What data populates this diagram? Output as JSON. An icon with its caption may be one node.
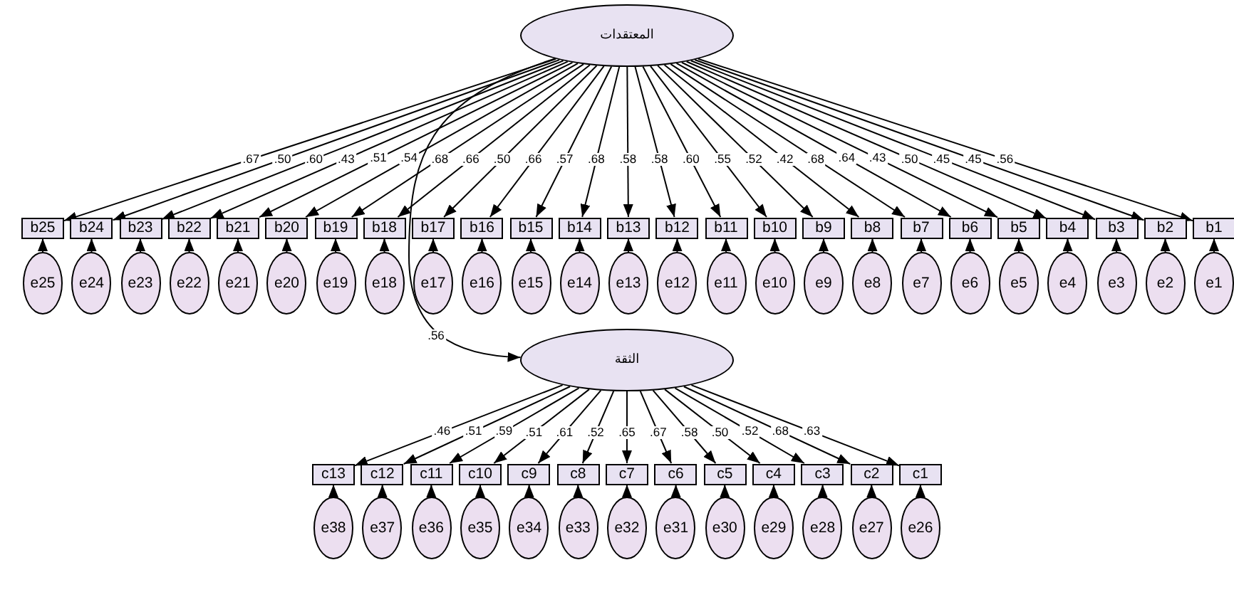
{
  "diagram": {
    "nodes": [
      {
        "text": [
          "المعتقدات"
        ]
      },
      {
        "text": [
          "b25"
        ]
      },
      {
        "text": [
          "b24"
        ]
      },
      {
        "text": [
          "b23"
        ]
      },
      {
        "text": [
          "b22"
        ]
      },
      {
        "text": [
          "b21"
        ]
      },
      {
        "text": [
          "b20"
        ]
      },
      {
        "text": [
          "b19"
        ]
      },
      {
        "text": [
          "b18"
        ]
      },
      {
        "text": [
          "b17"
        ]
      },
      {
        "text": [
          "b16"
        ]
      },
      {
        "text": [
          "b15"
        ]
      },
      {
        "text": [
          "b14"
        ]
      },
      {
        "text": [
          "b13"
        ]
      },
      {
        "text": [
          "b12"
        ]
      },
      {
        "text": [
          "b11"
        ]
      },
      {
        "text": [
          "b10"
        ]
      },
      {
        "text": [
          "b9"
        ]
      },
      {
        "text": [
          "b8"
        ]
      },
      {
        "text": [
          "b7"
        ]
      },
      {
        "text": [
          "b6"
        ]
      },
      {
        "text": [
          "b5"
        ]
      },
      {
        "text": [
          "b4"
        ]
      },
      {
        "text": [
          "b3"
        ]
      },
      {
        "text": [
          "b2"
        ]
      },
      {
        "text": [
          "b1"
        ]
      },
      {
        "text": [
          "e25"
        ]
      },
      {
        "text": [
          "e24"
        ]
      },
      {
        "text": [
          "e23"
        ]
      },
      {
        "text": [
          "e22"
        ]
      },
      {
        "text": [
          "e21"
        ]
      },
      {
        "text": [
          "e20"
        ]
      },
      {
        "text": [
          "e19"
        ]
      },
      {
        "text": [
          "e18"
        ]
      },
      {
        "text": [
          "e17"
        ]
      },
      {
        "text": [
          "e16"
        ]
      },
      {
        "text": [
          "e15"
        ]
      },
      {
        "text": [
          "e14"
        ]
      },
      {
        "text": [
          "e13"
        ]
      },
      {
        "text": [
          "e12"
        ]
      },
      {
        "text": [
          "e11"
        ]
      },
      {
        "text": [
          "e10"
        ]
      },
      {
        "text": [
          "e9"
        ]
      },
      {
        "text": [
          "e8"
        ]
      },
      {
        "text": [
          "e7"
        ]
      },
      {
        "text": [
          "e6"
        ]
      },
      {
        "text": [
          "e5"
        ]
      },
      {
        "text": [
          "e4"
        ]
      },
      {
        "text": [
          "e3"
        ]
      },
      {
        "text": [
          "e2"
        ]
      },
      {
        "text": [
          "e1"
        ]
      },
      {
        "text": [
          "الثقة"
        ]
      },
      {
        "text": [
          "c13"
        ]
      },
      {
        "text": [
          "c12"
        ]
      },
      {
        "text": [
          "c11"
        ]
      },
      {
        "text": [
          "c10"
        ]
      },
      {
        "text": [
          "c9"
        ]
      },
      {
        "text": [
          "c8"
        ]
      },
      {
        "text": [
          "c7"
        ]
      },
      {
        "text": [
          "c6"
        ]
      },
      {
        "text": [
          "c5"
        ]
      },
      {
        "text": [
          "c4"
        ]
      },
      {
        "text": [
          "c3"
        ]
      },
      {
        "text": [
          "c2"
        ]
      },
      {
        "text": [
          "c1"
        ]
      },
      {
        "text": [
          "e38"
        ]
      },
      {
        "text": [
          "e37"
        ]
      },
      {
        "text": [
          "e36"
        ]
      },
      {
        "text": [
          "e35"
        ]
      },
      {
        "text": [
          "e34"
        ]
      },
      {
        "text": [
          "e33"
        ]
      },
      {
        "text": [
          "e32"
        ]
      },
      {
        "text": [
          "e31"
        ]
      },
      {
        "text": [
          "e30"
        ]
      },
      {
        "text": [
          "e29"
        ]
      },
      {
        "text": [
          "e28"
        ]
      },
      {
        "text": [
          "e27"
        ]
      },
      {
        "text": [
          "e26"
        ]
      }
    ],
    "edges": [
      {
        "from": 0,
        "to": 1,
        "arrow": "to",
        "label": ".67"
      },
      {
        "from": 0,
        "to": 2,
        "arrow": "to",
        "label": ".50"
      },
      {
        "from": 0,
        "to": 3,
        "arrow": "to",
        "label": ".60"
      },
      {
        "from": 0,
        "to": 4,
        "arrow": "to",
        "label": ".43"
      },
      {
        "from": 0,
        "to": 5,
        "arrow": "to",
        "label": ".51"
      },
      {
        "from": 0,
        "to": 6,
        "arrow": "to",
        "label": ".54"
      },
      {
        "from": 0,
        "to": 7,
        "arrow": "to",
        "label": ".68"
      },
      {
        "from": 0,
        "to": 8,
        "arrow": "to",
        "label": ".66"
      },
      {
        "from": 0,
        "to": 9,
        "arrow": "to",
        "label": ".50"
      },
      {
        "from": 0,
        "to": 10,
        "arrow": "to",
        "label": ".66"
      },
      {
        "from": 0,
        "to": 11,
        "arrow": "to",
        "label": ".57"
      },
      {
        "from": 0,
        "to": 12,
        "arrow": "to",
        "label": ".68"
      },
      {
        "from": 0,
        "to": 13,
        "arrow": "to",
        "label": ".58"
      },
      {
        "from": 0,
        "to": 14,
        "arrow": "to",
        "label": ".58"
      },
      {
        "from": 0,
        "to": 15,
        "arrow": "to",
        "label": ".60"
      },
      {
        "from": 0,
        "to": 16,
        "arrow": "to",
        "label": ".55"
      },
      {
        "from": 0,
        "to": 17,
        "arrow": "to",
        "label": ".52"
      },
      {
        "from": 0,
        "to": 18,
        "arrow": "to",
        "label": ".42"
      },
      {
        "from": 0,
        "to": 19,
        "arrow": "to",
        "label": ".68"
      },
      {
        "from": 0,
        "to": 20,
        "arrow": "to",
        "label": ".64"
      },
      {
        "from": 0,
        "to": 21,
        "arrow": "to",
        "label": ".43"
      },
      {
        "from": 0,
        "to": 22,
        "arrow": "to",
        "label": ".50"
      },
      {
        "from": 0,
        "to": 23,
        "arrow": "to",
        "label": ".45"
      },
      {
        "from": 0,
        "to": 24,
        "arrow": "to",
        "label": ".45"
      },
      {
        "from": 0,
        "to": 25,
        "arrow": "to",
        "label": ".56"
      },
      {
        "from": 26,
        "to": 1,
        "arrow": "to"
      },
      {
        "from": 27,
        "to": 2,
        "arrow": "to"
      },
      {
        "from": 28,
        "to": 3,
        "arrow": "to"
      },
      {
        "from": 29,
        "to": 4,
        "arrow": "to"
      },
      {
        "from": 30,
        "to": 5,
        "arrow": "to"
      },
      {
        "from": 31,
        "to": 6,
        "arrow": "to"
      },
      {
        "from": 32,
        "to": 7,
        "arrow": "to"
      },
      {
        "from": 33,
        "to": 8,
        "arrow": "to"
      },
      {
        "from": 34,
        "to": 9,
        "arrow": "to"
      },
      {
        "from": 35,
        "to": 10,
        "arrow": "to"
      },
      {
        "from": 36,
        "to": 11,
        "arrow": "to"
      },
      {
        "from": 37,
        "to": 12,
        "arrow": "to"
      },
      {
        "from": 38,
        "to": 13,
        "arrow": "to"
      },
      {
        "from": 39,
        "to": 14,
        "arrow": "to"
      },
      {
        "from": 40,
        "to": 15,
        "arrow": "to"
      },
      {
        "from": 41,
        "to": 16,
        "arrow": "to"
      },
      {
        "from": 42,
        "to": 17,
        "arrow": "to"
      },
      {
        "from": 43,
        "to": 18,
        "arrow": "to"
      },
      {
        "from": 44,
        "to": 19,
        "arrow": "to"
      },
      {
        "from": 45,
        "to": 20,
        "arrow": "to"
      },
      {
        "from": 46,
        "to": 21,
        "arrow": "to"
      },
      {
        "from": 47,
        "to": 22,
        "arrow": "to"
      },
      {
        "from": 48,
        "to": 23,
        "arrow": "to"
      },
      {
        "from": 49,
        "to": 24,
        "arrow": "to"
      },
      {
        "from": 50,
        "to": 25,
        "arrow": "to"
      },
      {
        "from": 0,
        "to": 51,
        "arrow": "to",
        "label": ".56"
      },
      {
        "from": 51,
        "to": 52,
        "arrow": "to",
        "label": ".46"
      },
      {
        "from": 51,
        "to": 53,
        "arrow": "to",
        "label": ".51"
      },
      {
        "from": 51,
        "to": 54,
        "arrow": "to",
        "label": ".59"
      },
      {
        "from": 51,
        "to": 55,
        "arrow": "to",
        "label": ".51"
      },
      {
        "from": 51,
        "to": 56,
        "arrow": "to",
        "label": ".61"
      },
      {
        "from": 51,
        "to": 57,
        "arrow": "to",
        "label": ".52"
      },
      {
        "from": 51,
        "to": 58,
        "arrow": "to",
        "label": ".65"
      },
      {
        "from": 51,
        "to": 59,
        "arrow": "to",
        "label": ".67"
      },
      {
        "from": 51,
        "to": 60,
        "arrow": "to",
        "label": ".58"
      },
      {
        "from": 51,
        "to": 61,
        "arrow": "to",
        "label": ".50"
      },
      {
        "from": 51,
        "to": 62,
        "arrow": "to",
        "label": ".52"
      },
      {
        "from": 51,
        "to": 63,
        "arrow": "to",
        "label": ".68"
      },
      {
        "from": 51,
        "to": 64,
        "arrow": "to",
        "label": ".63"
      },
      {
        "from": 65,
        "to": 52,
        "arrow": "to"
      },
      {
        "from": 66,
        "to": 53,
        "arrow": "to"
      },
      {
        "from": 67,
        "to": 54,
        "arrow": "to"
      },
      {
        "from": 68,
        "to": 55,
        "arrow": "to"
      },
      {
        "from": 69,
        "to": 56,
        "arrow": "to"
      },
      {
        "from": 70,
        "to": 57,
        "arrow": "to"
      },
      {
        "from": 71,
        "to": 58,
        "arrow": "to"
      },
      {
        "from": 72,
        "to": 59,
        "arrow": "to"
      },
      {
        "from": 73,
        "to": 60,
        "arrow": "to"
      },
      {
        "from": 74,
        "to": 61,
        "arrow": "to"
      },
      {
        "from": 75,
        "to": 62,
        "arrow": "to"
      },
      {
        "from": 76,
        "to": 63,
        "arrow": "to"
      },
      {
        "from": 77,
        "to": 64,
        "arrow": "to"
      }
    ]
  }
}
